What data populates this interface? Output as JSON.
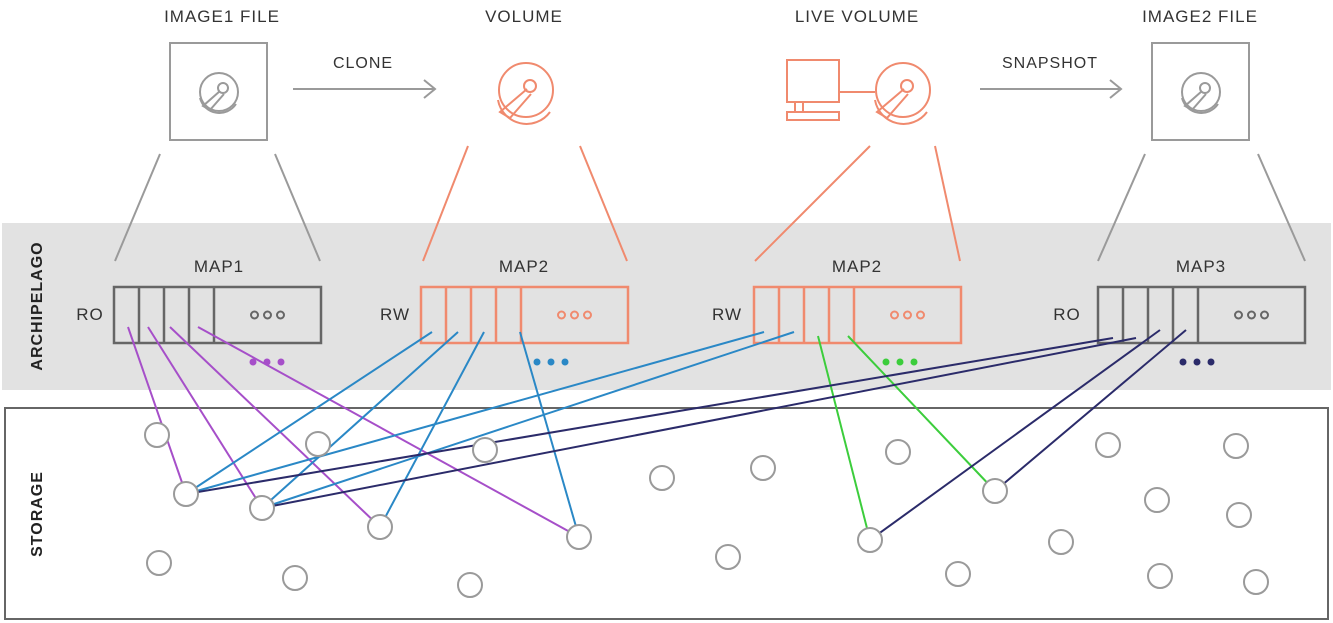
{
  "colors": {
    "gray": "#9a9a9a",
    "dark_gray": "#666666",
    "orange": "#f08a6e",
    "purple": "#a64fc9",
    "blue": "#2a88c6",
    "green": "#3ccd3c",
    "navy": "#2b2b6a",
    "band": "#e2e2e2"
  },
  "top": {
    "image1_label": "IMAGE1 FILE",
    "volume_label": "VOLUME",
    "live_volume_label": "LIVE VOLUME",
    "image2_label": "IMAGE2 FILE",
    "clone_label": "CLONE",
    "snapshot_label": "SNAPSHOT"
  },
  "archipelago": {
    "label": "ARCHIPELAGO",
    "maps": [
      {
        "name": "MAP1",
        "mode": "RO",
        "color": "gray",
        "dots_color": "purple"
      },
      {
        "name": "MAP2",
        "mode": "RW",
        "color": "orange",
        "dots_color": "blue"
      },
      {
        "name": "MAP2",
        "mode": "RW",
        "color": "orange",
        "dots_color": "green"
      },
      {
        "name": "MAP3",
        "mode": "RO",
        "color": "gray",
        "dots_color": "navy"
      }
    ]
  },
  "storage": {
    "label": "STORAGE"
  },
  "icons": [
    "disk-icon",
    "computer-icon",
    "arrow-right-icon",
    "ellipsis-icon"
  ]
}
